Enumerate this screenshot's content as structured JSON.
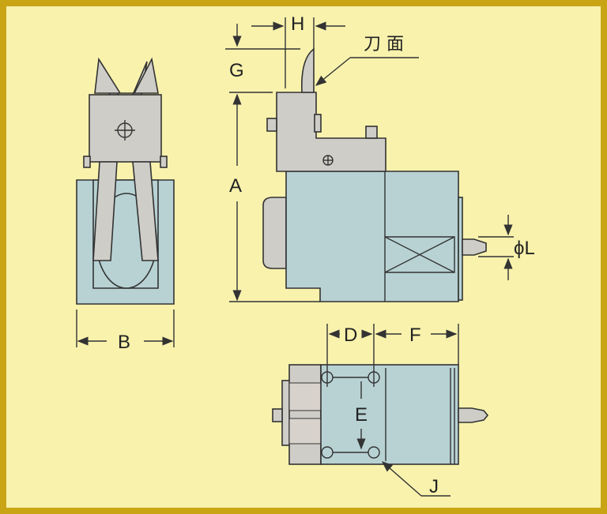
{
  "labels": {
    "A": "A",
    "B": "B",
    "D": "D",
    "E": "E",
    "F": "F",
    "G": "G",
    "H": "H",
    "J": "J",
    "L": "ϕL",
    "blade_face": "刀 面"
  },
  "colors": {
    "background": "#f8f2ad",
    "border": "#c9a516",
    "steel": "#cfcdc8",
    "body": "#b8d2d4"
  }
}
